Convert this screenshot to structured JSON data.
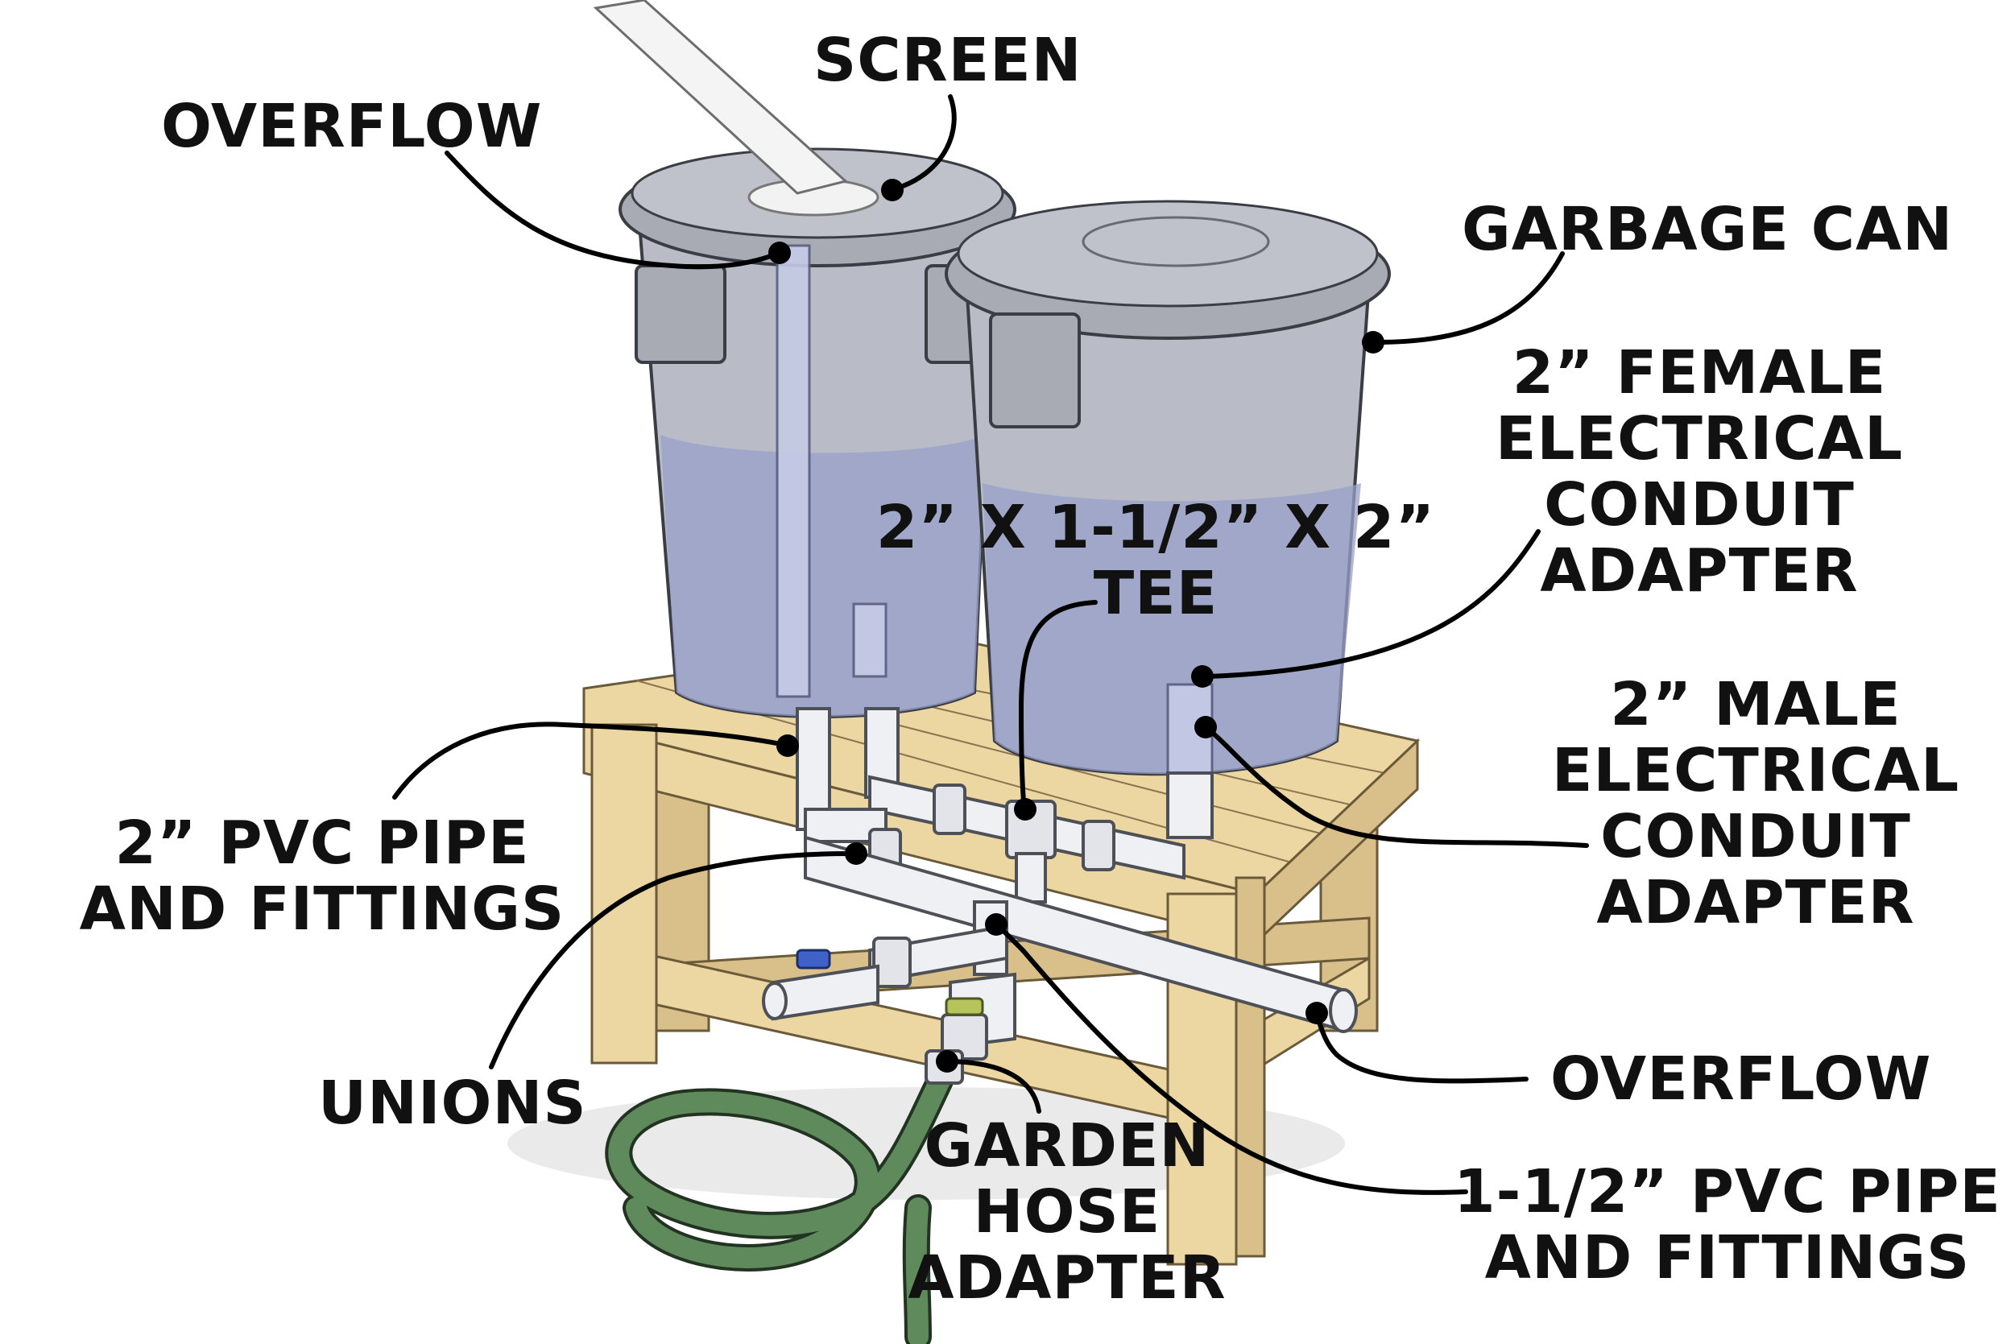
{
  "labels": {
    "screen": "SCREEN",
    "overflow_top": "OVERFLOW",
    "garbage_can": "GARBAGE CAN",
    "female_adapter": [
      "2” FEMALE",
      "ELECTRICAL",
      "CONDUIT",
      "ADAPTER"
    ],
    "tee": [
      "2” X 1-1/2” X 2”",
      "TEE"
    ],
    "male_adapter": [
      "2” MALE",
      "ELECTRICAL",
      "CONDUIT",
      "ADAPTER"
    ],
    "pvc_2in": [
      "2” PVC PIPE",
      "AND FITTINGS"
    ],
    "unions": "UNIONS",
    "overflow_bottom": "OVERFLOW",
    "garden_hose": [
      "GARDEN",
      "HOSE",
      "ADAPTER"
    ],
    "pvc_1_5in": [
      "1-1/2” PVC PIPE",
      "AND FITTINGS"
    ]
  },
  "colors": {
    "can": "#b9bcc6",
    "water": "#9aa0c8",
    "wood": "#ecd7a2",
    "pipe": "#eef0f3",
    "hose": "#5f8a5c",
    "valve_blue": "#3f62c8",
    "valve_green": "#b7c45c",
    "leader": "#000000"
  }
}
